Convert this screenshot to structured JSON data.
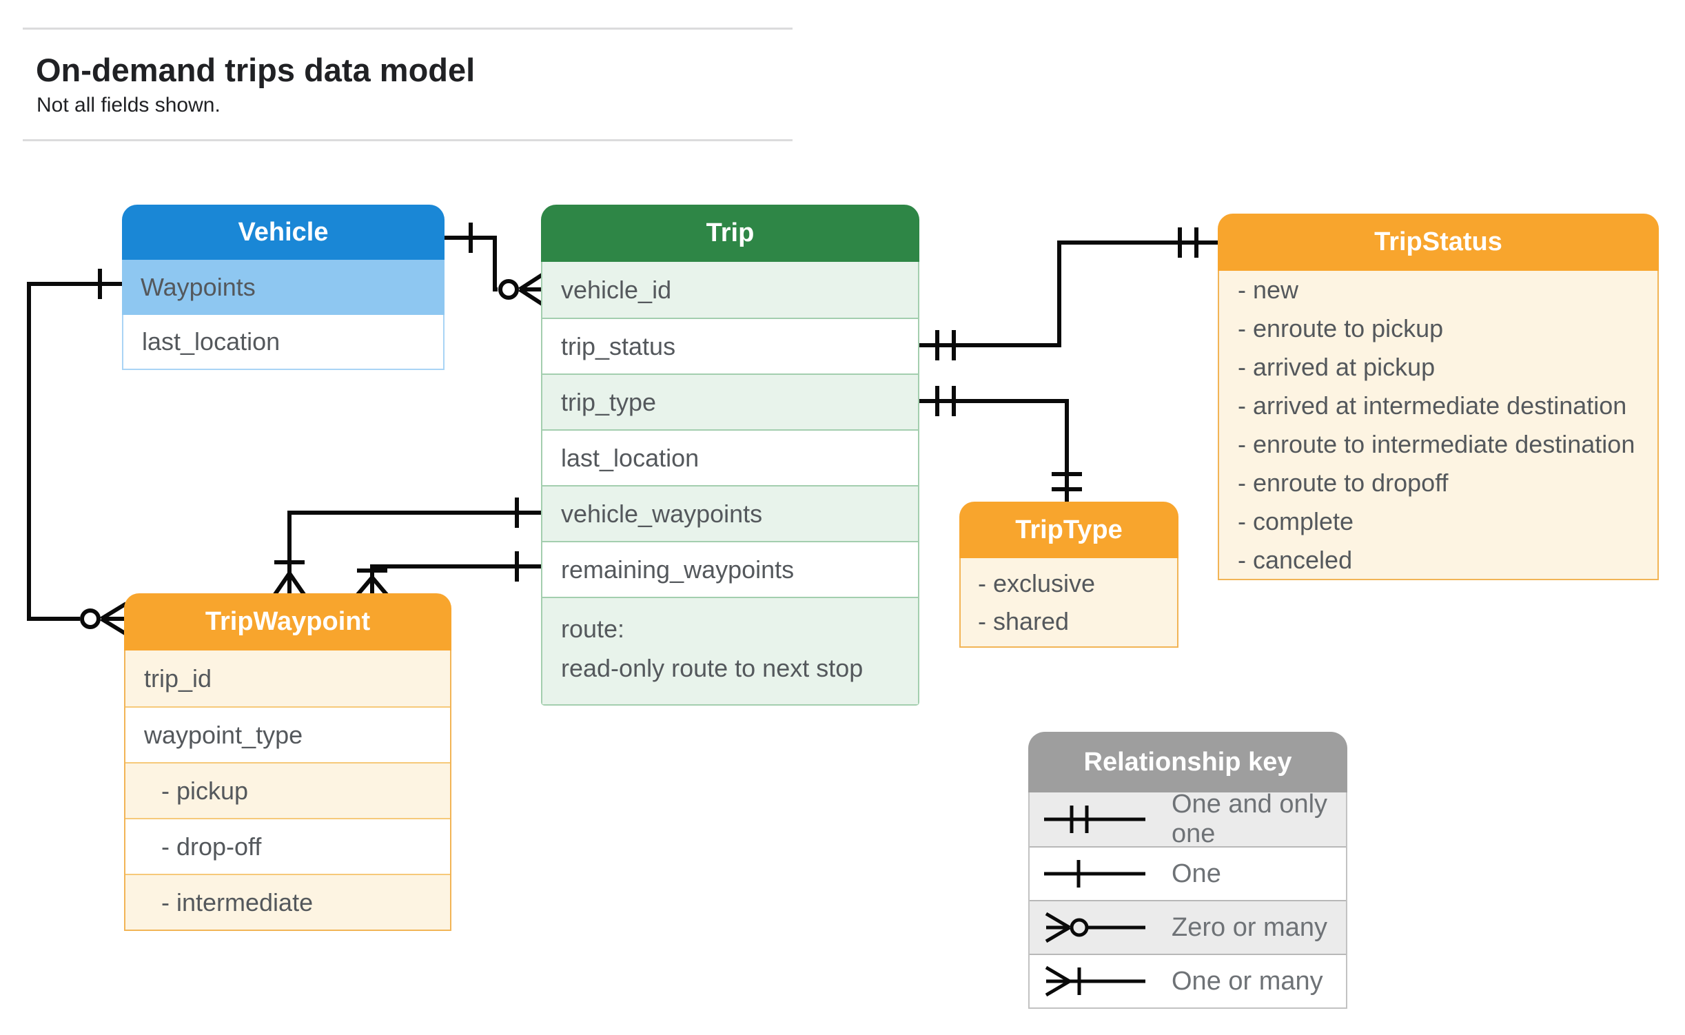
{
  "header": {
    "title": "On-demand trips data model",
    "subtitle": "Not all fields shown."
  },
  "entities": {
    "vehicle": {
      "title": "Vehicle",
      "fields": [
        {
          "label": "Waypoints"
        },
        {
          "label": "last_location"
        }
      ]
    },
    "trip": {
      "title": "Trip",
      "fields": [
        {
          "label": "vehicle_id"
        },
        {
          "label": "trip_status"
        },
        {
          "label": "trip_type"
        },
        {
          "label": "last_location"
        },
        {
          "label": "vehicle_waypoints"
        },
        {
          "label": "remaining_waypoints"
        },
        {
          "label": "route:",
          "sublabel": "read-only route to next stop"
        }
      ]
    },
    "trip_status": {
      "title": "TripStatus",
      "values": [
        "- new",
        "- enroute to pickup",
        "- arrived at pickup",
        "- arrived at intermediate destination",
        "- enroute to intermediate destination",
        "- enroute to dropoff",
        "- complete",
        "- canceled"
      ]
    },
    "trip_type": {
      "title": "TripType",
      "values": [
        "- exclusive",
        "- shared"
      ]
    },
    "trip_waypoint": {
      "title": "TripWaypoint",
      "fields": [
        {
          "label": "trip_id"
        },
        {
          "label": "waypoint_type"
        },
        {
          "label": "- pickup"
        },
        {
          "label": "- drop-off"
        },
        {
          "label": "- intermediate"
        }
      ]
    }
  },
  "legend": {
    "title": "Relationship key",
    "items": [
      {
        "label": "One and only one"
      },
      {
        "label": "One"
      },
      {
        "label": "Zero or many"
      },
      {
        "label": "One or many"
      }
    ]
  },
  "colors": {
    "vehicle_header": "#1A87D6",
    "vehicle_highlight_row": "#8EC7F1",
    "trip_header": "#2E8646",
    "trip_row_tint": "#E8F3EB",
    "amber_header": "#F8A52D",
    "amber_body": "#FDF4E2",
    "legend_header": "#9E9E9E",
    "legend_row_tint": "#EBEBEB",
    "field_text": "#54585C",
    "connector_line": "#0A0A0A"
  }
}
